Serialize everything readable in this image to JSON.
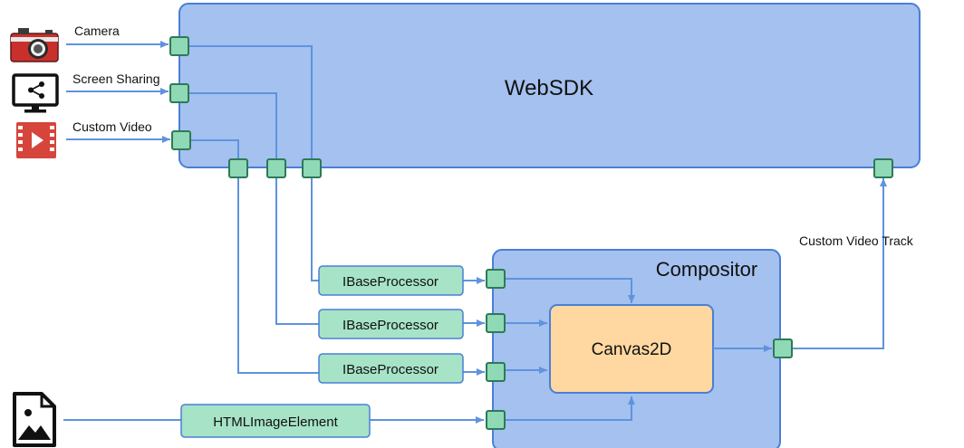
{
  "colors": {
    "webSdk": "#a4c1ef",
    "webSdkBorder": "#4a7fd6",
    "port": "#8fd9b6",
    "portBorder": "#2d7a57",
    "processor": "#a6e3c7",
    "canvas": "#fed8a0",
    "line": "#5f93de"
  },
  "inputs": {
    "camera": {
      "label": "Camera",
      "icon": "camera-icon"
    },
    "screen": {
      "label": "Screen Sharing",
      "icon": "screen-share-icon"
    },
    "custom": {
      "label": "Custom Video",
      "icon": "video-file-icon"
    },
    "image": {
      "label": "",
      "icon": "image-file-icon"
    }
  },
  "webSdk": {
    "title": "WebSDK"
  },
  "compositor": {
    "title": "Compositor"
  },
  "canvas": {
    "label": "Canvas2D"
  },
  "processors": [
    {
      "label": "IBaseProcessor"
    },
    {
      "label": "IBaseProcessor"
    },
    {
      "label": "IBaseProcessor"
    }
  ],
  "imageElement": {
    "label": "HTMLImageElement"
  },
  "output": {
    "label": "Custom Video Track"
  }
}
